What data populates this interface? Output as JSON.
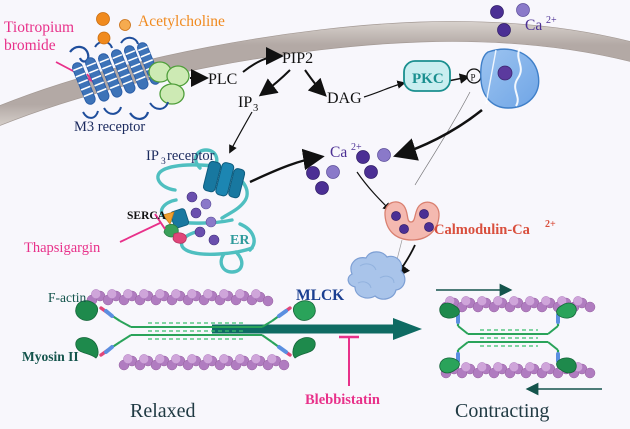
{
  "figure": {
    "title": "M3 muscarinic receptor calcium signalling and actomyosin contraction pathway",
    "background_color": "#f8f7fc",
    "membrane_color": "#b3a9a5",
    "membrane_edge_color": "#cfc8c3"
  },
  "colors": {
    "drug_pink": "#e8318a",
    "acetylcholine_orange": "#f08a1e",
    "receptor_blue": "#3d73b8",
    "gprotein_green": "#c8e6b0",
    "text_navy": "#1b2a5e",
    "calcium_purple": "#5b3a9e",
    "calcium_light_purple": "#8a79c9",
    "pkc_teal": "#1a8f8f",
    "pkc_fill": "#c9eef0",
    "er_teal": "#4fbfc0",
    "ip3r_blue": "#1878a0",
    "calmodulin_pink": "#f4b9b0",
    "calmodulin_text": "#d94f3d",
    "mlck_blue": "#1b3f91",
    "mlck_blob": "#a9c4ea",
    "actin_purple": "#a86bb5",
    "myosin_green": "#1e8a4c",
    "arrow_teal": "#0f6b63",
    "dark_text": "#203a43"
  },
  "labels": {
    "tiotropium": "Tiotropium\nbromide",
    "tiotropium_line1": "Tiotropium",
    "tiotropium_line2": "bromide",
    "acetylcholine": "Acetylcholine",
    "m3_receptor": "M3 receptor",
    "plc": "PLC",
    "pip2": "PIP2",
    "ip3": "IP",
    "ip3_sub": "3",
    "dag": "DAG",
    "pkc": "PKC",
    "phosphate": "P",
    "calcium_extracellular": "Ca",
    "calcium_extracellular_sup": "2+",
    "calcium_cytosolic": "Ca",
    "calcium_cytosolic_sup": "2+",
    "ip3_receptor_main": "IP",
    "ip3_receptor_sub": "3",
    "ip3_receptor_tail": " receptor",
    "serca": "SERCA",
    "thapsigargin": "Thapsigargin",
    "er": "ER",
    "calmodulin": "Calmodulin-Ca",
    "calmodulin_sup": "2+",
    "mlck": "MLCK",
    "blebbistatin": "Blebbistatin",
    "f_actin": "F-actin",
    "myosin_ii": "Myosin II",
    "relaxed": "Relaxed",
    "contracting": "Contracting"
  },
  "entities": [
    {
      "name": "tiotropium-bromide",
      "type": "inhibitor-drug",
      "target": "m3-receptor"
    },
    {
      "name": "acetylcholine",
      "type": "ligand",
      "count": 3
    },
    {
      "name": "m3-receptor",
      "type": "gpcr",
      "helices": 7
    },
    {
      "name": "g-protein",
      "type": "heterotrimeric-g-protein",
      "subunits": 3
    },
    {
      "name": "plc",
      "type": "enzyme"
    },
    {
      "name": "pip2",
      "type": "lipid-substrate"
    },
    {
      "name": "ip3",
      "type": "second-messenger"
    },
    {
      "name": "dag",
      "type": "second-messenger"
    },
    {
      "name": "pkc",
      "type": "kinase"
    },
    {
      "name": "calcium-channel",
      "type": "membrane-channel"
    },
    {
      "name": "ip3-receptor",
      "type": "er-channel"
    },
    {
      "name": "serca",
      "type": "er-pump"
    },
    {
      "name": "thapsigargin",
      "type": "inhibitor-drug",
      "target": "serca"
    },
    {
      "name": "er",
      "type": "organelle"
    },
    {
      "name": "calmodulin-ca",
      "type": "calcium-sensor",
      "bound_calcium": 4
    },
    {
      "name": "mlck",
      "type": "kinase"
    },
    {
      "name": "blebbistatin",
      "type": "inhibitor-drug",
      "target": "myosin-ii"
    },
    {
      "name": "f-actin",
      "type": "filament"
    },
    {
      "name": "myosin-ii",
      "type": "motor-protein"
    }
  ],
  "states": {
    "left": "Relaxed",
    "right": "Contracting"
  }
}
